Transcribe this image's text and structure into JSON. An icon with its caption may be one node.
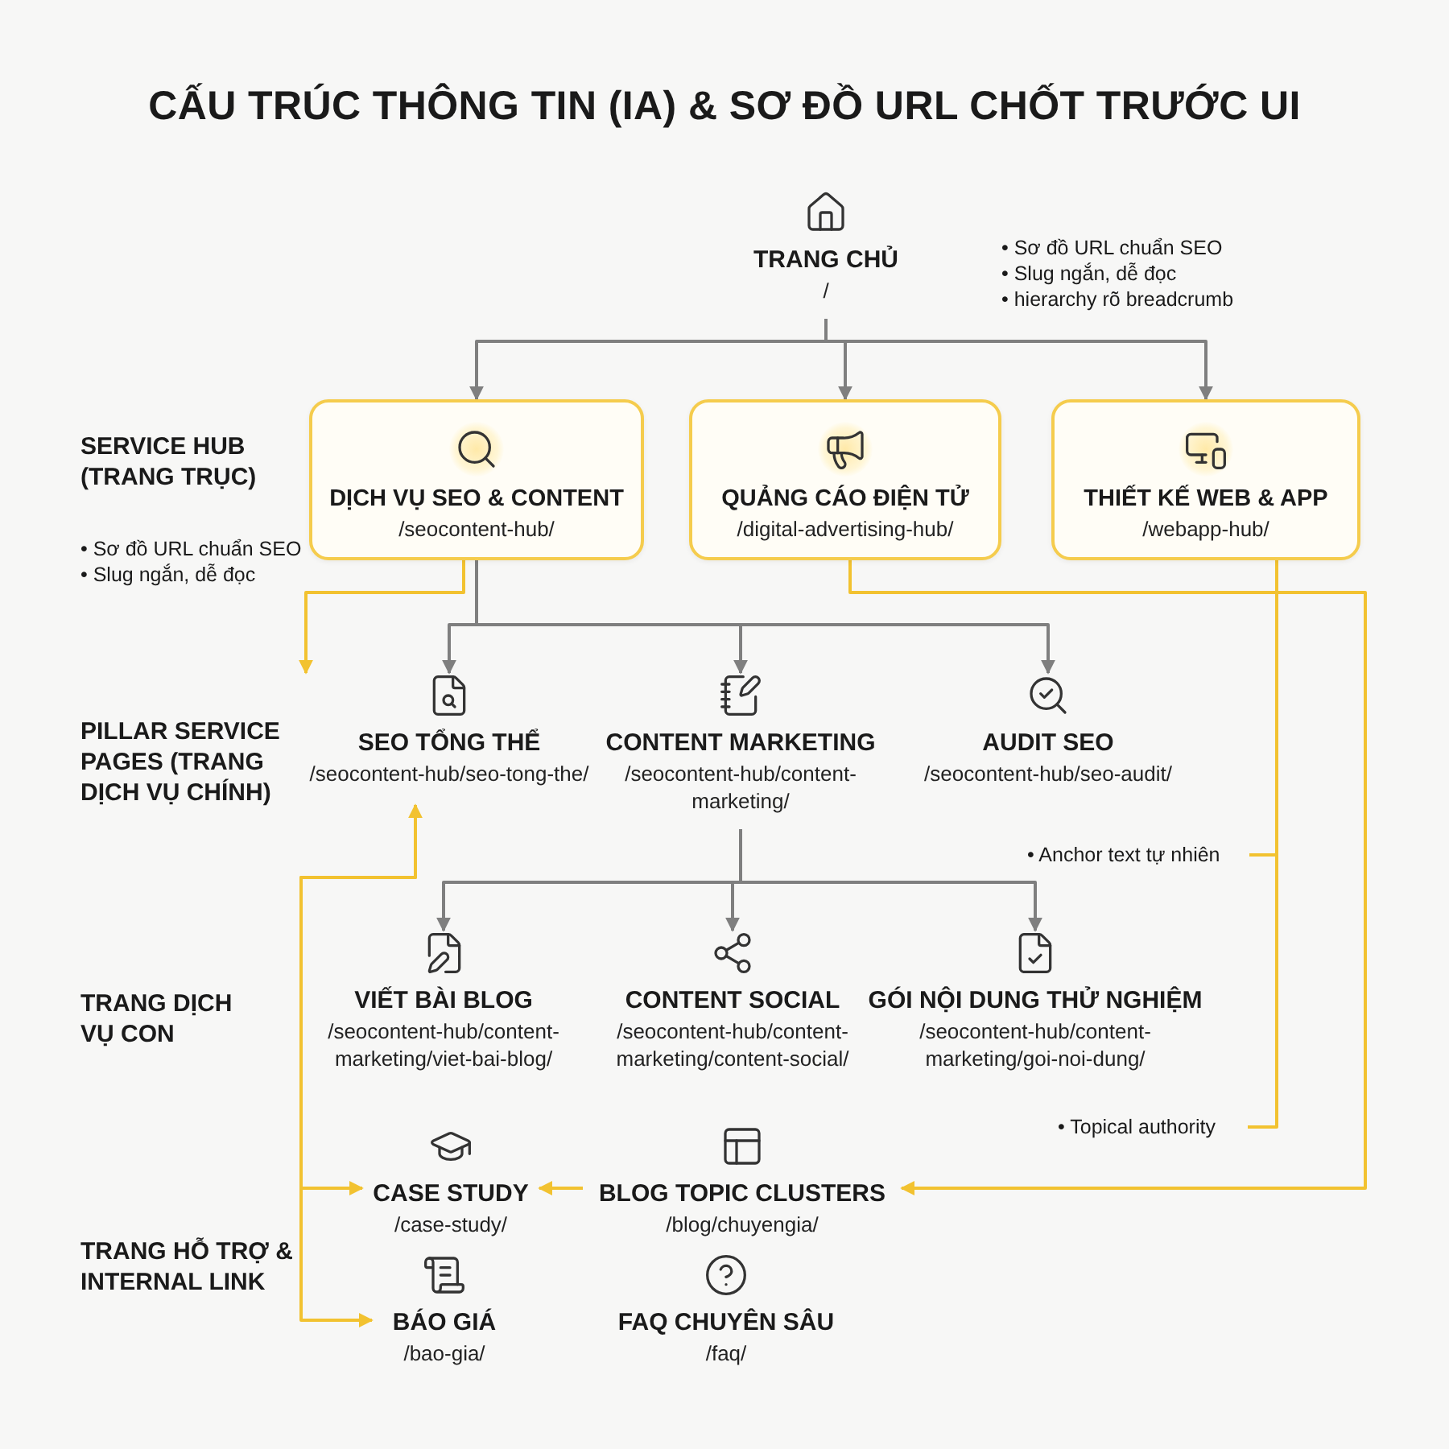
{
  "diagram": {
    "title": "CẤU TRÚC THÔNG TIN (IA) & SƠ ĐỒ URL CHỐT TRƯỚC UI",
    "nodes": [
      {
        "text": [
          "TRANG CHỦ",
          "/"
        ]
      },
      {
        "text": [
          "DỊCH VỤ SEO & CONTENT",
          "/seocontent-hub/"
        ],
        "beside": [
          "• Sơ đồ URL chuẩn SEO",
          "• Slug ngắn, dễ đọc"
        ]
      },
      {
        "text": [
          "QUẢNG CÁO ĐIỆN TỬ",
          "/digital-advertising-hub/"
        ]
      },
      {
        "text": [
          "THIẾT KẾ WEB & APP",
          "/webapp-hub/"
        ]
      },
      {
        "text": [
          "SEO TỔNG THỂ",
          "/seocontent-hub/seo-tong-the/"
        ]
      },
      {
        "text": [
          "CONTENT MARKETING",
          "/seocontent-hub/content-marketing/"
        ]
      },
      {
        "text": [
          "AUDIT SEO",
          "/seocontent-hub/seo-audit/"
        ]
      },
      {
        "text": [
          "VIẾT BÀI BLOG",
          "/seocontent-hub/content-marketing/viet-bai-blog/"
        ]
      },
      {
        "text": [
          "CONTENT SOCIAL",
          "/seocontent-hub/content-marketing/content-social/"
        ]
      },
      {
        "text": [
          "GÓI NỘI DUNG THỬ NGHIỆM",
          "/seocontent-hub/content-marketing/goi-noi-dung/"
        ]
      },
      {
        "text": [
          "CASE STUDY",
          "/case-study/"
        ]
      },
      {
        "text": [
          "BLOG TOPIC CLUSTERS",
          "/blog/chuyengia/"
        ]
      },
      {
        "text": [
          "BÁO GIÁ",
          "/bao-gia/"
        ]
      },
      {
        "text": [
          "FAQ CHUYÊN SÂU",
          "/faq/"
        ]
      },
      {
        "text": [
          "• Anchor text tự nhiên"
        ]
      },
      {
        "text": [
          "• Topical authority"
        ]
      }
    ],
    "edges": [
      {
        "from": 0,
        "to": 1,
        "arrow": "to"
      },
      {
        "from": 0,
        "to": 2,
        "arrow": "to"
      },
      {
        "from": 0,
        "to": 3,
        "arrow": "to"
      },
      {
        "from": 1,
        "to": 4,
        "arrow": "to"
      },
      {
        "from": 1,
        "to": 5,
        "arrow": "to"
      },
      {
        "from": 1,
        "to": 6,
        "arrow": "to"
      },
      {
        "from": 5,
        "to": 7,
        "arrow": "to"
      },
      {
        "from": 5,
        "to": 8,
        "arrow": "to"
      },
      {
        "from": 5,
        "to": 9,
        "arrow": "to"
      },
      {
        "from": 1,
        "to": 4,
        "arrow": "to",
        "color": "#f2c230"
      },
      {
        "from": 12,
        "to": 4,
        "arrow": "both",
        "color": "#f2c230"
      },
      {
        "from": 4,
        "to": 10,
        "arrow": "to",
        "color": "#f2c230"
      },
      {
        "from": 2,
        "to": 11,
        "arrow": "to",
        "color": "#f2c230"
      },
      {
        "from": 11,
        "to": 10,
        "arrow": "to",
        "color": "#f2c230"
      },
      {
        "from": 3,
        "to": 14,
        "arrow": "none",
        "color": "#f2c230"
      },
      {
        "from": 3,
        "to": 15,
        "arrow": "none",
        "color": "#f2c230"
      }
    ],
    "labels": [
      "• Sơ đồ URL chuẩn SEO",
      "• Slug ngắn, dễ đọc",
      "• hierarchy rõ breadcrumb",
      "SERVICE HUB (TRANG TRỤC)",
      "PILLAR SERVICE PAGES (TRANG DỊCH VỤ CHÍNH)",
      "TRANG DỊCH VỤ CON",
      "TRANG HỖ TRỢ & INTERNAL LINK"
    ]
  }
}
